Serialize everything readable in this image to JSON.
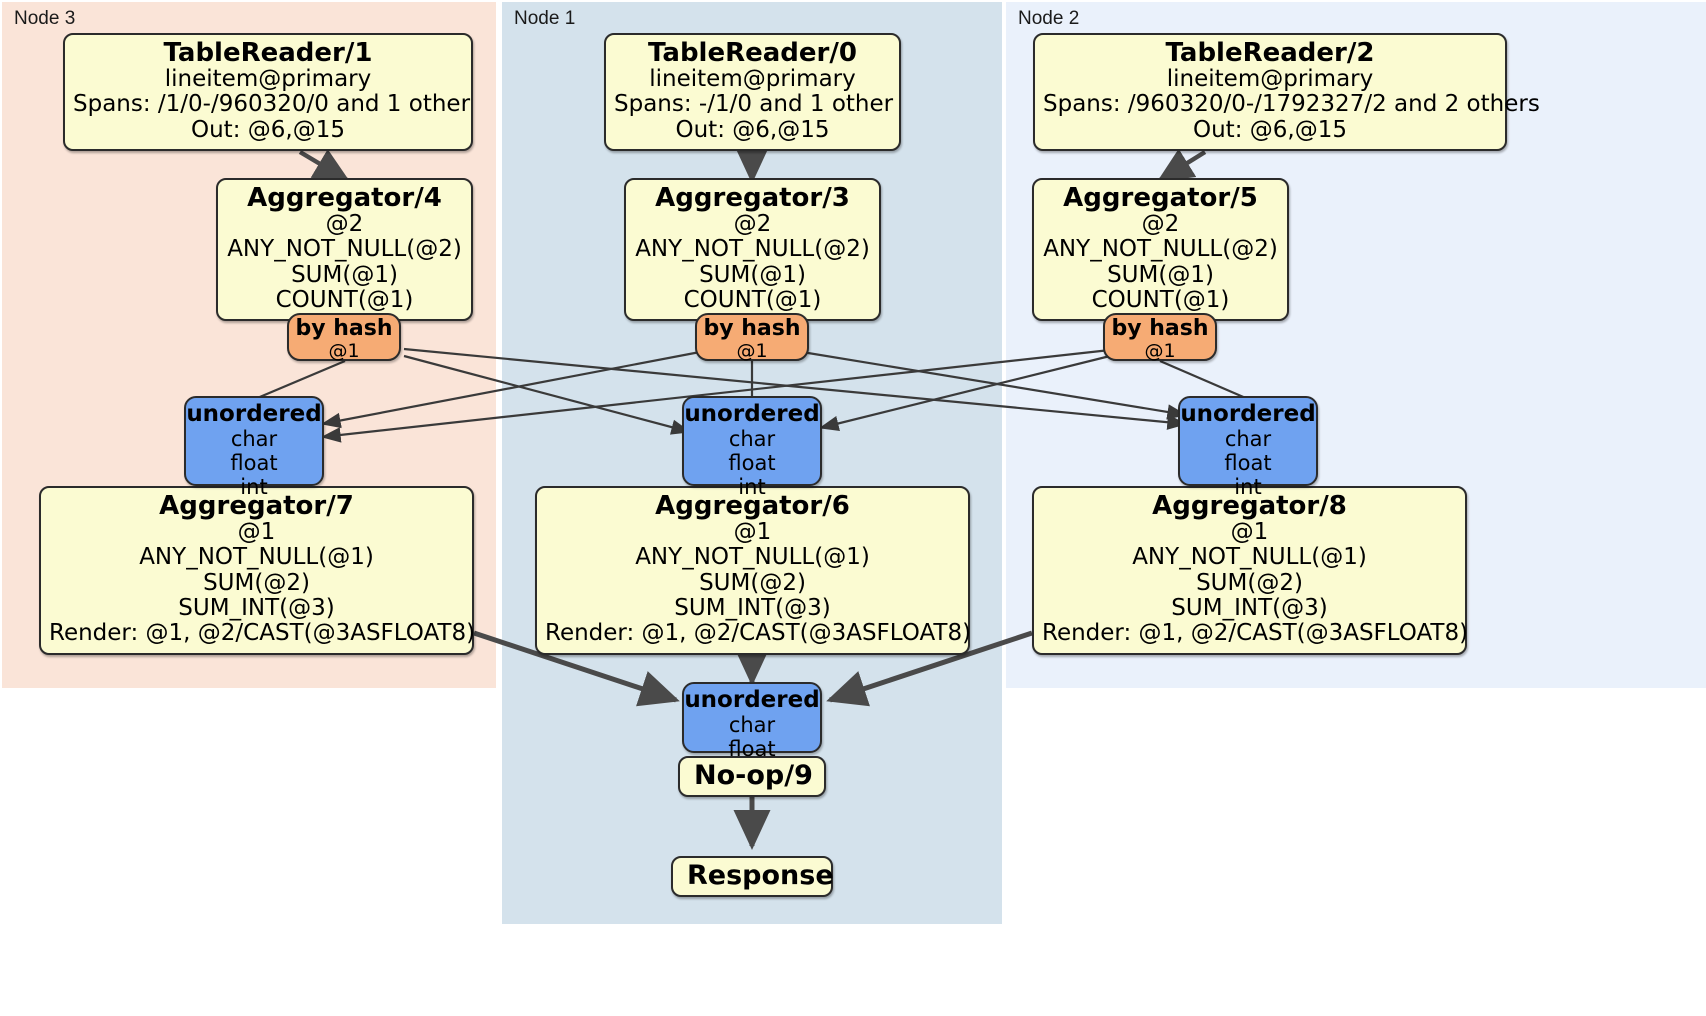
{
  "diagram": {
    "type": "distributed-query-plan",
    "background": "#ffffff"
  },
  "nodes": [
    {
      "id": "node3",
      "label": "Node 3",
      "color": "#fae4d8"
    },
    {
      "id": "node1",
      "label": "Node 1",
      "color": "#d4e2ec"
    },
    {
      "id": "node2",
      "label": "Node 2",
      "color": "#eaf1fb"
    }
  ],
  "processors": {
    "table_reader_1": {
      "title": "TableReader/1",
      "lines": [
        "lineitem@primary",
        "Spans: /1/0-/960320/0 and 1 other",
        "Out: @6,@15"
      ]
    },
    "table_reader_0": {
      "title": "TableReader/0",
      "lines": [
        "lineitem@primary",
        "Spans: -/1/0 and 1 other",
        "Out: @6,@15"
      ]
    },
    "table_reader_2": {
      "title": "TableReader/2",
      "lines": [
        "lineitem@primary",
        "Spans: /960320/0-/1792327/2 and 2 others",
        "Out: @6,@15"
      ]
    },
    "aggregator_4": {
      "title": "Aggregator/4",
      "lines": [
        "@2",
        "ANY_NOT_NULL(@2)",
        "SUM(@1)",
        "COUNT(@1)"
      ]
    },
    "aggregator_3": {
      "title": "Aggregator/3",
      "lines": [
        "@2",
        "ANY_NOT_NULL(@2)",
        "SUM(@1)",
        "COUNT(@1)"
      ]
    },
    "aggregator_5": {
      "title": "Aggregator/5",
      "lines": [
        "@2",
        "ANY_NOT_NULL(@2)",
        "SUM(@1)",
        "COUNT(@1)"
      ]
    },
    "aggregator_7": {
      "title": "Aggregator/7",
      "lines": [
        "@1",
        "ANY_NOT_NULL(@1)",
        "SUM(@2)",
        "SUM_INT(@3)",
        "Render: @1, @2/CAST(@3ASFLOAT8)"
      ]
    },
    "aggregator_6": {
      "title": "Aggregator/6",
      "lines": [
        "@1",
        "ANY_NOT_NULL(@1)",
        "SUM(@2)",
        "SUM_INT(@3)",
        "Render: @1, @2/CAST(@3ASFLOAT8)"
      ]
    },
    "aggregator_8": {
      "title": "Aggregator/8",
      "lines": [
        "@1",
        "ANY_NOT_NULL(@1)",
        "SUM(@2)",
        "SUM_INT(@3)",
        "Render: @1, @2/CAST(@3ASFLOAT8)"
      ]
    },
    "noop_9": {
      "title": "No-op/9",
      "lines": []
    },
    "response": {
      "title": "Response",
      "lines": []
    }
  },
  "routers": {
    "by_hash_left": {
      "title": "by hash",
      "lines": [
        "@1"
      ],
      "color": "#f6ab74"
    },
    "by_hash_center": {
      "title": "by hash",
      "lines": [
        "@1"
      ],
      "color": "#f6ab74"
    },
    "by_hash_right": {
      "title": "by hash",
      "lines": [
        "@1"
      ],
      "color": "#f6ab74"
    }
  },
  "synchronizers": {
    "unordered_left": {
      "title": "unordered",
      "lines": [
        "char",
        "float",
        "int"
      ],
      "color": "#6fa2f0"
    },
    "unordered_center": {
      "title": "unordered",
      "lines": [
        "char",
        "float",
        "int"
      ],
      "color": "#6fa2f0"
    },
    "unordered_right": {
      "title": "unordered",
      "lines": [
        "char",
        "float",
        "int"
      ],
      "color": "#6fa2f0"
    },
    "unordered_final": {
      "title": "unordered",
      "lines": [
        "char",
        "float"
      ],
      "color": "#6fa2f0"
    }
  }
}
